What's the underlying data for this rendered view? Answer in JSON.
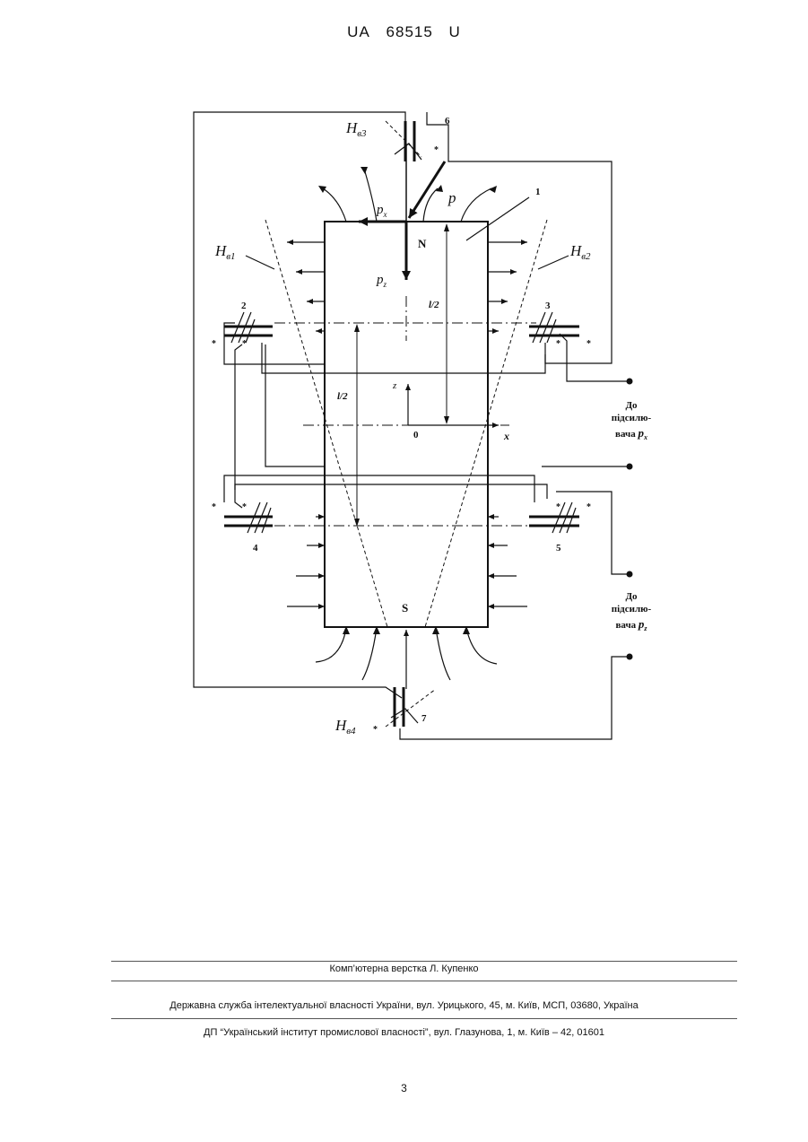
{
  "header": {
    "office": "UA",
    "number": "68515",
    "kind": "U"
  },
  "figure": {
    "parts": [
      "1",
      "2",
      "3",
      "4",
      "5",
      "6",
      "7"
    ],
    "poles": {
      "north": "N",
      "south": "S"
    },
    "field_labels": {
      "h1": "H",
      "h1_sub": "в1",
      "h2": "H",
      "h2_sub": "в2",
      "h3": "H",
      "h3_sub": "в3",
      "h4": "H",
      "h4_sub": "в4"
    },
    "vectors": {
      "p": "p",
      "px": "p",
      "px_sub": "x",
      "pz": "p",
      "pz_sub": "z"
    },
    "dimensions": {
      "half_length_top": "l/2",
      "half_length_left": "l/2"
    },
    "axes": {
      "z": "z",
      "x": "x",
      "origin": "0"
    },
    "star": "*",
    "amp_x": {
      "line1": "До",
      "line2": "підсилю-",
      "line3": "вача",
      "symbol": "p",
      "sub": "x"
    },
    "amp_z": {
      "line1": "До",
      "line2": "підсилю-",
      "line3": "вача",
      "symbol": "p",
      "sub": "z"
    }
  },
  "footer": {
    "layout": "Комп’ютерна верстка Л. Купенко",
    "service": "Державна служба інтелектуальної власності України, вул. Урицького, 45, м. Київ, МСП, 03680, Україна",
    "institute": "ДП “Український інститут промислової власності”, вул. Глазунова, 1, м. Київ – 42, 01601"
  },
  "page_number": "3"
}
